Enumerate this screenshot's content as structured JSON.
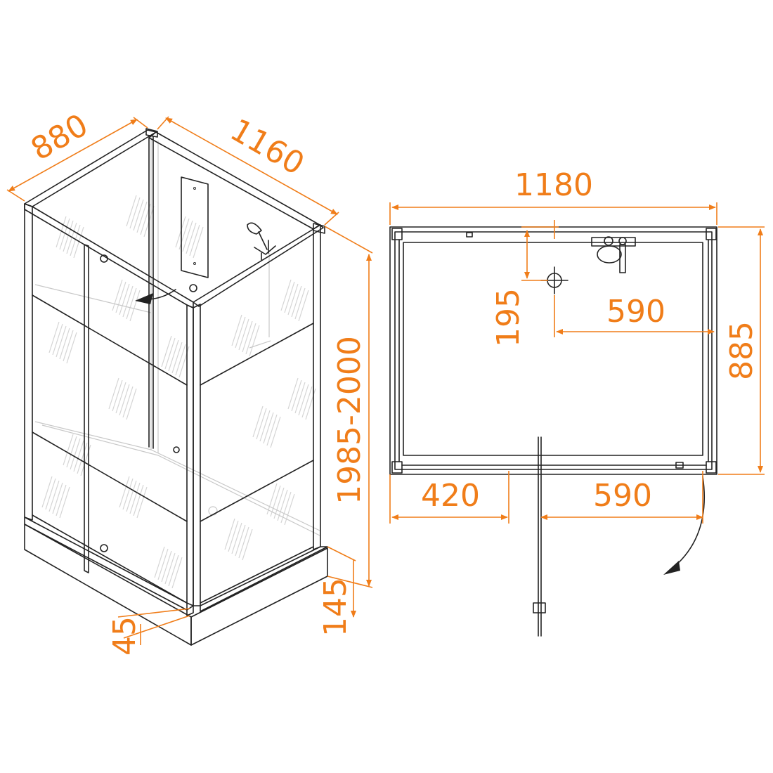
{
  "colors": {
    "dimension": "#f07d19",
    "line": "#222222",
    "ghost": "#c8c8c8"
  },
  "dims": {
    "cabin_depth": "880",
    "cabin_length": "1160",
    "cabin_height": "1985-2000",
    "tray_height": "145",
    "tray_step": "45",
    "plan_width": "1180",
    "plan_depth": "885",
    "drain_offset_y": "195",
    "drain_offset_x": "590",
    "door_left": "420",
    "door_right": "590"
  }
}
